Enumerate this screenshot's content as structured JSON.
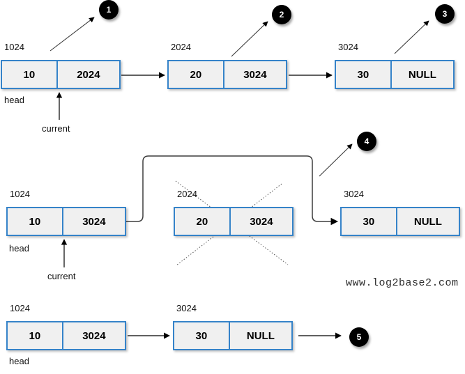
{
  "diagram_type": "singly-linked-list-deletion-steps",
  "watermark": "www.log2base2.com",
  "colors": {
    "node_border": "#3583c9",
    "node_fill": "#f0f0f0",
    "badge_bg": "#000000",
    "badge_text": "#ffffff"
  },
  "labels": {
    "head": "head",
    "current": "current"
  },
  "badges": [
    {
      "label": "1"
    },
    {
      "label": "2"
    },
    {
      "label": "3"
    },
    {
      "label": "4"
    },
    {
      "label": "5"
    }
  ],
  "rows": [
    {
      "nodes": [
        {
          "address": "1024",
          "data": "10",
          "next": "2024"
        },
        {
          "address": "2024",
          "data": "20",
          "next": "3024"
        },
        {
          "address": "3024",
          "data": "30",
          "next": "NULL"
        }
      ]
    },
    {
      "nodes": [
        {
          "address": "1024",
          "data": "10",
          "next": "3024"
        },
        {
          "address": "2024",
          "data": "20",
          "next": "3024",
          "crossed_out": true
        },
        {
          "address": "3024",
          "data": "30",
          "next": "NULL"
        }
      ]
    },
    {
      "nodes": [
        {
          "address": "1024",
          "data": "10",
          "next": "3024"
        },
        {
          "address": "3024",
          "data": "30",
          "next": "NULL"
        }
      ]
    }
  ]
}
